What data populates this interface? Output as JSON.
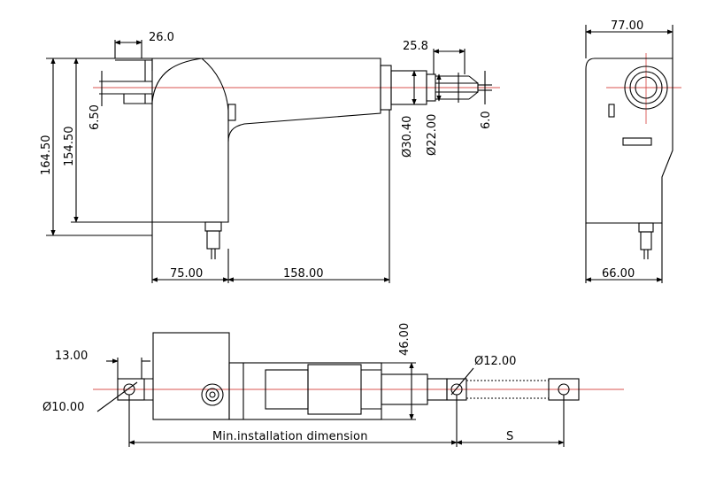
{
  "colors": {
    "outline": "#000000",
    "centerline": "#d9534f",
    "background": "#ffffff"
  },
  "top_view": {
    "dims": {
      "rod_end_width": "26.0",
      "rear_clevis_length": "25.8",
      "slot_width": "6.50",
      "pin_dia": "6.0",
      "overall_height": "164.50",
      "body_height": "154.50",
      "outer_tube_dia": "Ø30.40",
      "inner_tube_dia": "Ø22.00",
      "motor_width": "75.00",
      "tube_length": "158.00"
    }
  },
  "side_view": {
    "dims": {
      "overall_depth": "77.00",
      "base_width": "66.00"
    }
  },
  "bottom_view": {
    "dims": {
      "clevis_offset": "13.00",
      "rear_hole_dia": "Ø10.00",
      "front_hole_dia": "Ø12.00",
      "height": "46.00",
      "min_install": "Min.installation dimension",
      "stroke": "S"
    }
  }
}
